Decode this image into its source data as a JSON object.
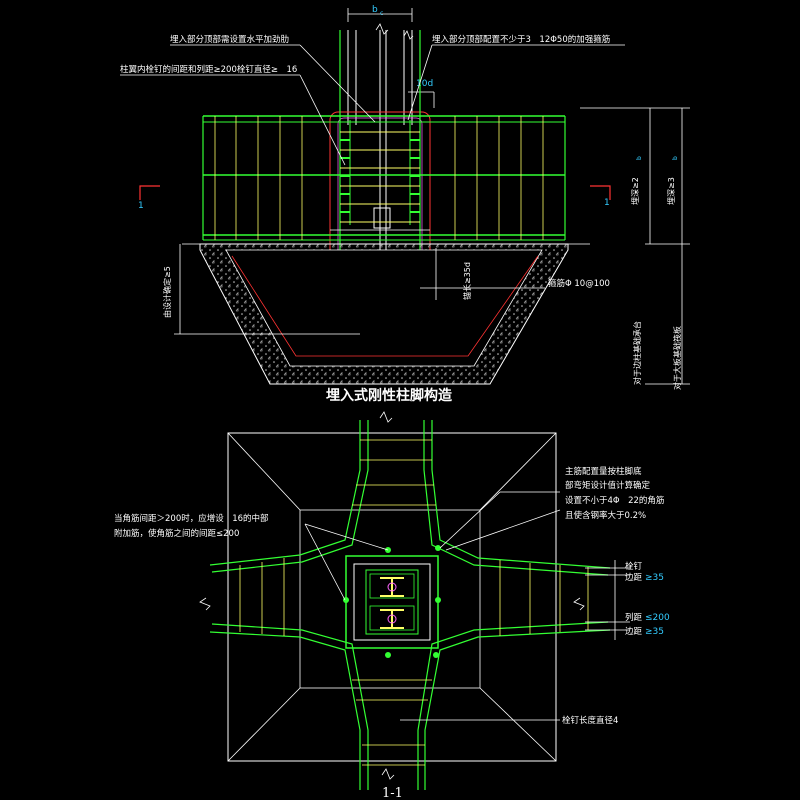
{
  "colors": {
    "background": "#000000",
    "reinforcement": "#33ff33",
    "stirrup": "#ffff66",
    "outline": "#ffffff",
    "dimension_text": "#33ccff",
    "cut_mark": "#ff3333",
    "steel_column": "#ff66ff"
  },
  "elevation": {
    "title": "埋入式刚性柱脚构造",
    "dim_width": "b",
    "dim_width_sub": "c",
    "label_10d": "10d",
    "note_top_left": "埋入部分顶部需设置水平加劲肋",
    "note_studs": "柱翼内栓钉的间距和列距≥200栓钉直径≥　16",
    "note_top_right": "埋入部分顶部配置不少于3　12Φ50的加强箍筋",
    "note_depth1": "埋深≥2",
    "note_depth1_sub": "b",
    "note_depth2": "埋深≥3",
    "note_depth2_sub": "b",
    "note_left_vertical": "由设计确定≥5",
    "note_anchor": "锚长≥35d",
    "note_stirrup": "箍筋Φ 10@100",
    "note_right_v1": "对于边柱基础承台",
    "note_right_v2": "对于大板基础筏板",
    "section_mark": "1"
  },
  "plan": {
    "section_title": "1-1",
    "note_left_1": "当角筋间距＞200时，应增设　16的中部",
    "note_left_2": "附加筋，使角筋之间的间距≤200",
    "note_right_1": "主筋配置量按柱脚底",
    "note_right_2": "部弯矩设计值计算确定",
    "note_right_3": "设置不小于4Φ　22的角筋",
    "note_right_4": "且使含钢率大于0.2%",
    "label_stud": "栓钉",
    "label_edge1": "边距",
    "label_edge1_val": "≥35",
    "label_spacing": "列距",
    "label_spacing_val": "≤200",
    "label_edge2": "边距",
    "label_edge2_val": "≥35",
    "label_stud_length": "栓钉长度直径4"
  }
}
